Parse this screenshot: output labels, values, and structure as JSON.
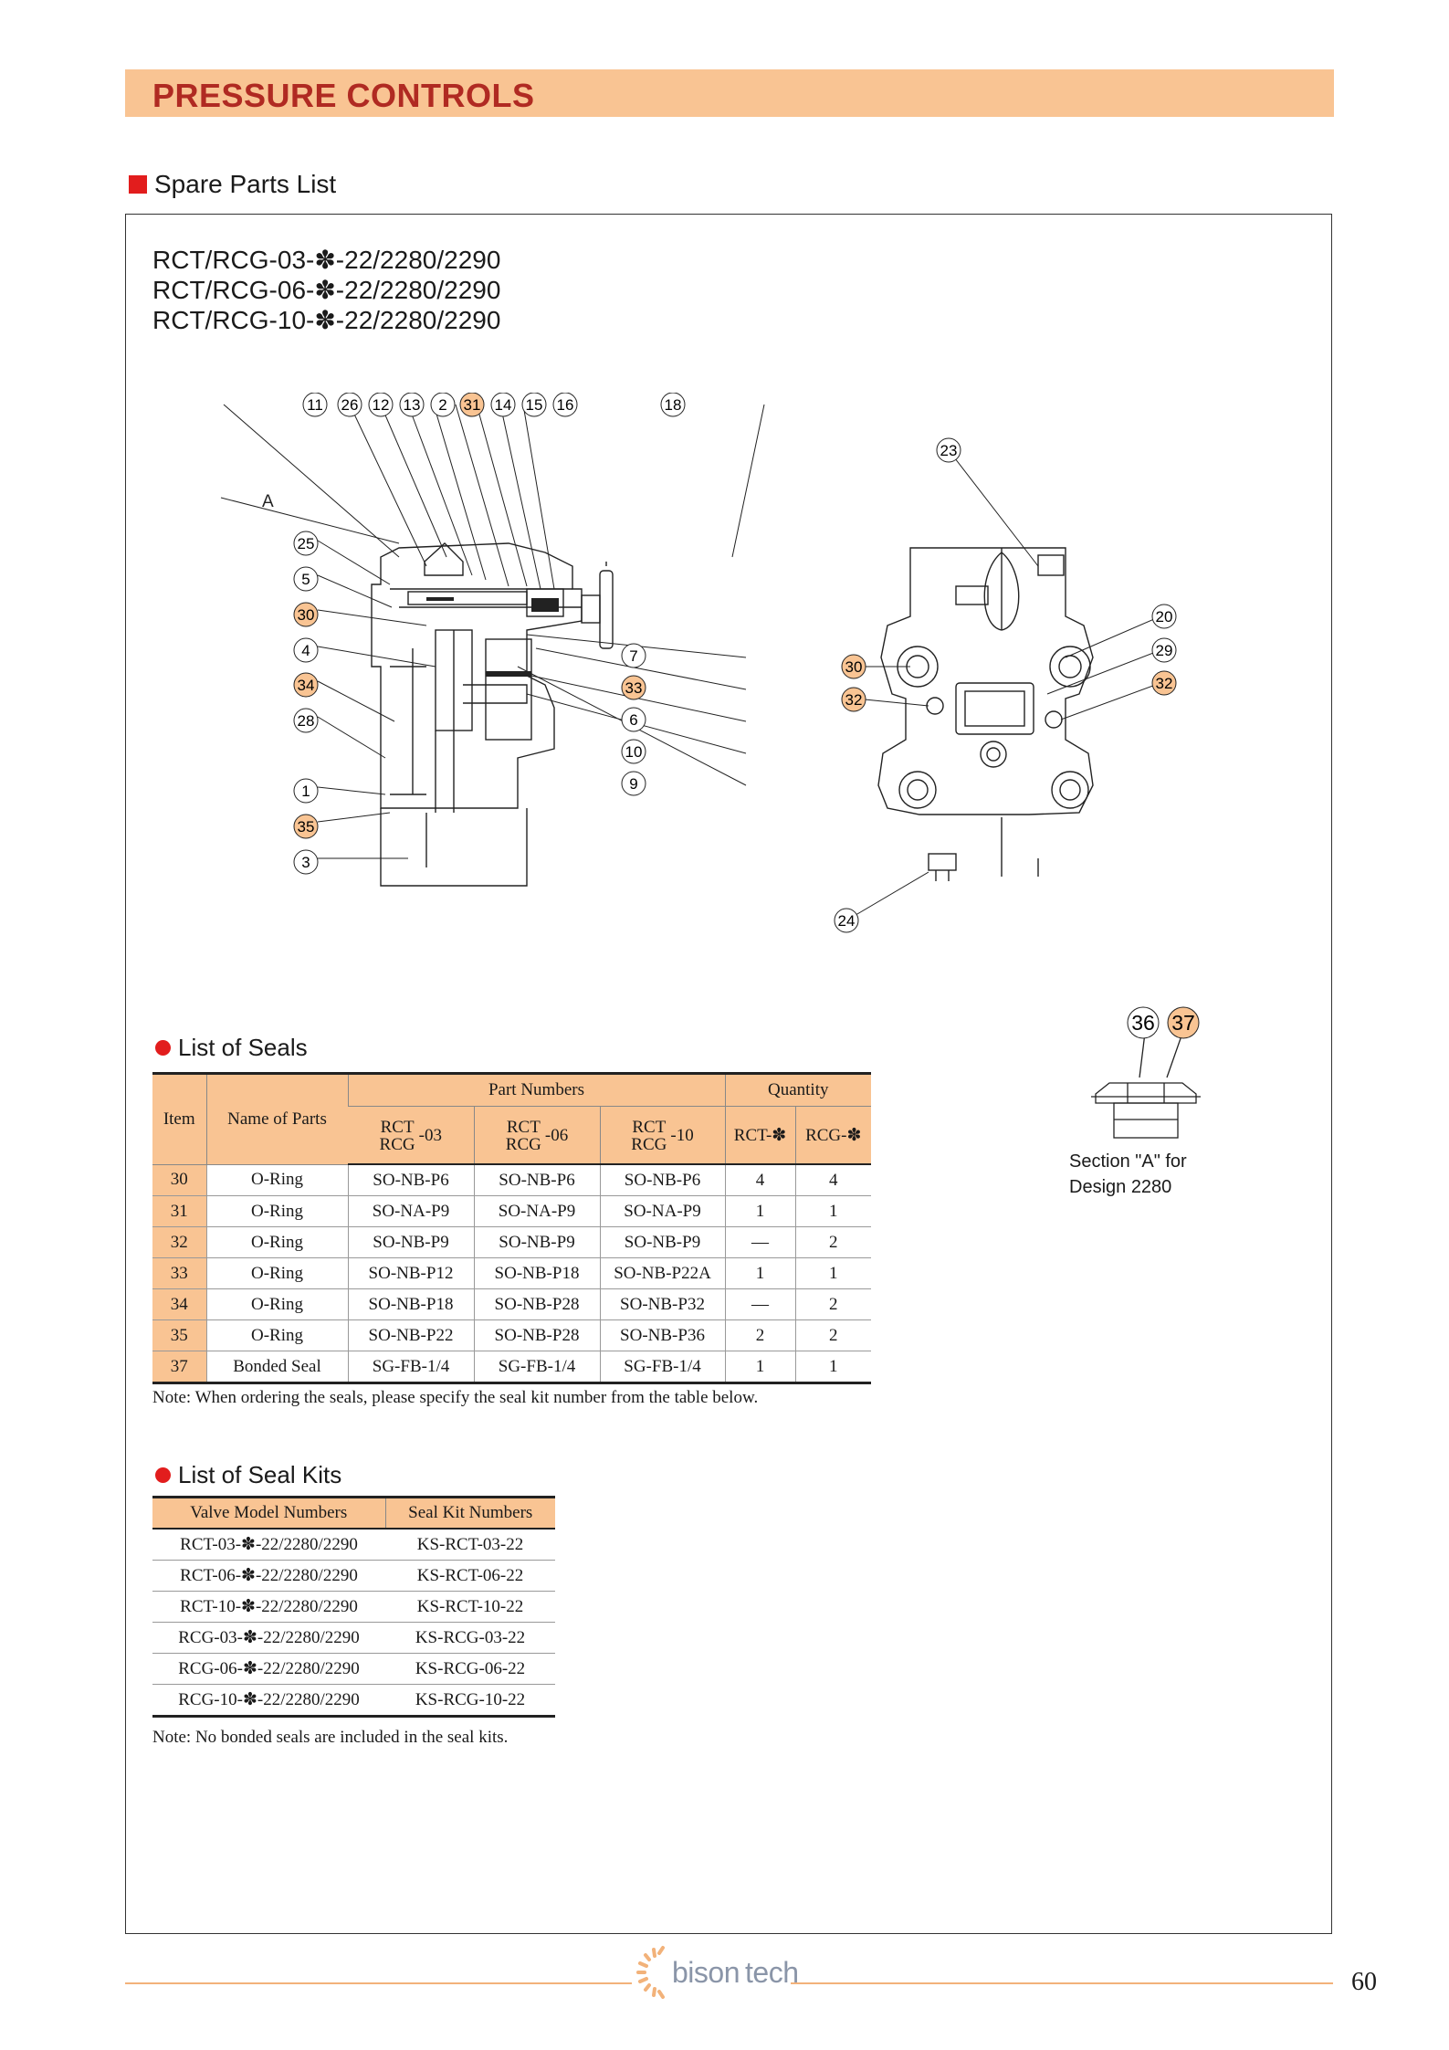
{
  "header": {
    "title": "PRESSURE CONTROLS"
  },
  "section": {
    "title": "Spare Parts List"
  },
  "models": [
    "RCT/RCG-03-✽-22/2280/2290",
    "RCT/RCG-06-✽-22/2280/2290",
    "RCT/RCG-10-✽-22/2280/2290"
  ],
  "diagram": {
    "label_a": "A",
    "left_top_callouts": [
      "11",
      "26",
      "12",
      "13",
      "2",
      "31",
      "14",
      "15",
      "16",
      "18"
    ],
    "left_side_callouts": [
      "25",
      "5",
      "30",
      "4",
      "34",
      "28",
      "1",
      "35",
      "3"
    ],
    "left_right_callouts": [
      "7",
      "33",
      "6",
      "10",
      "9"
    ],
    "right_callouts": [
      "23",
      "20",
      "29",
      "32",
      "30",
      "32",
      "24"
    ],
    "section_a_callouts": [
      "36",
      "37"
    ],
    "section_a_caption_1": "Section \"A\" for",
    "section_a_caption_2": "Design 2280",
    "highlight_color": "#f9c493"
  },
  "seals": {
    "title": "List of Seals",
    "headers": {
      "item": "Item",
      "name": "Name of Parts",
      "part_numbers": "Part Numbers",
      "quantity": "Quantity",
      "rct": "RCT",
      "rcg": "RCG",
      "s03": "-03",
      "s06": "-06",
      "s10": "-10",
      "q_rct": "RCT-✽",
      "q_rcg": "RCG-✽"
    },
    "rows": [
      {
        "item": "30",
        "name": "O-Ring",
        "p03": "SO-NB-P6",
        "p06": "SO-NB-P6",
        "p10": "SO-NB-P6",
        "qrct": "4",
        "qrcg": "4"
      },
      {
        "item": "31",
        "name": "O-Ring",
        "p03": "SO-NA-P9",
        "p06": "SO-NA-P9",
        "p10": "SO-NA-P9",
        "qrct": "1",
        "qrcg": "1"
      },
      {
        "item": "32",
        "name": "O-Ring",
        "p03": "SO-NB-P9",
        "p06": "SO-NB-P9",
        "p10": "SO-NB-P9",
        "qrct": "—",
        "qrcg": "2"
      },
      {
        "item": "33",
        "name": "O-Ring",
        "p03": "SO-NB-P12",
        "p06": "SO-NB-P18",
        "p10": "SO-NB-P22A",
        "qrct": "1",
        "qrcg": "1"
      },
      {
        "item": "34",
        "name": "O-Ring",
        "p03": "SO-NB-P18",
        "p06": "SO-NB-P28",
        "p10": "SO-NB-P32",
        "qrct": "—",
        "qrcg": "2"
      },
      {
        "item": "35",
        "name": "O-Ring",
        "p03": "SO-NB-P22",
        "p06": "SO-NB-P28",
        "p10": "SO-NB-P36",
        "qrct": "2",
        "qrcg": "2"
      },
      {
        "item": "37",
        "name": "Bonded Seal",
        "p03": "SG-FB-1/4",
        "p06": "SG-FB-1/4",
        "p10": "SG-FB-1/4",
        "qrct": "1",
        "qrcg": "1"
      }
    ],
    "note": "Note: When ordering the seals, please specify the seal kit number from the table below."
  },
  "kits": {
    "title": "List of Seal Kits",
    "headers": {
      "model": "Valve Model Numbers",
      "kit": "Seal Kit Numbers"
    },
    "rows": [
      {
        "model": "RCT-03-✽-22/2280/2290",
        "kit": "KS-RCT-03-22"
      },
      {
        "model": "RCT-06-✽-22/2280/2290",
        "kit": "KS-RCT-06-22"
      },
      {
        "model": "RCT-10-✽-22/2280/2290",
        "kit": "KS-RCT-10-22"
      },
      {
        "model": "RCG-03-✽-22/2280/2290",
        "kit": "KS-RCG-03-22"
      },
      {
        "model": "RCG-06-✽-22/2280/2290",
        "kit": "KS-RCG-06-22"
      },
      {
        "model": "RCG-10-✽-22/2280/2290",
        "kit": "KS-RCG-10-22"
      }
    ],
    "note": "Note:  No bonded seals are included in the seal kits."
  },
  "footer": {
    "logo_bison": "bison",
    "logo_tech": "tech",
    "page_number": "60"
  }
}
